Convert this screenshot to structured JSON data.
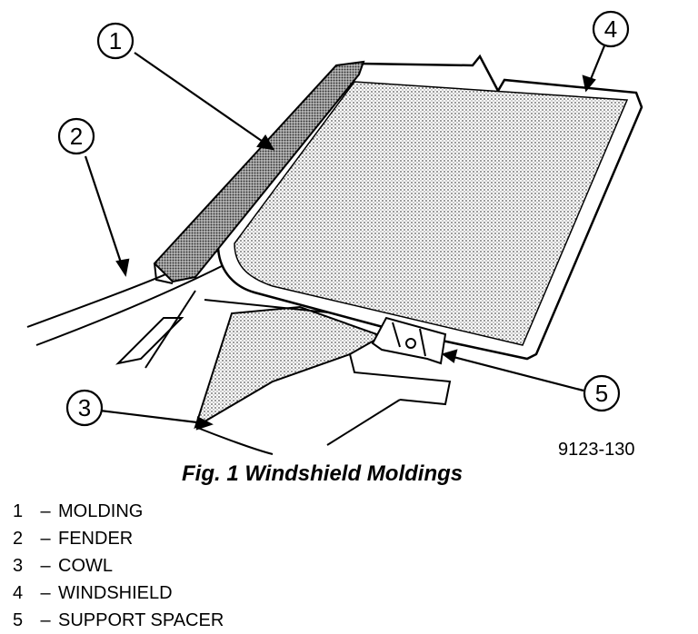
{
  "figure": {
    "code": "9123-130",
    "caption": "Fig. 1 Windshield Moldings"
  },
  "callouts": [
    {
      "number": "1",
      "label": "MOLDING"
    },
    {
      "number": "2",
      "label": "FENDER"
    },
    {
      "number": "3",
      "label": "COWL"
    },
    {
      "number": "4",
      "label": "WINDSHIELD"
    },
    {
      "number": "5",
      "label": "SUPPORT SPACER"
    }
  ],
  "legend_separator": "–",
  "colors": {
    "ink": "#000000",
    "paper": "#ffffff",
    "glass_shade": "#c9c9c9"
  }
}
